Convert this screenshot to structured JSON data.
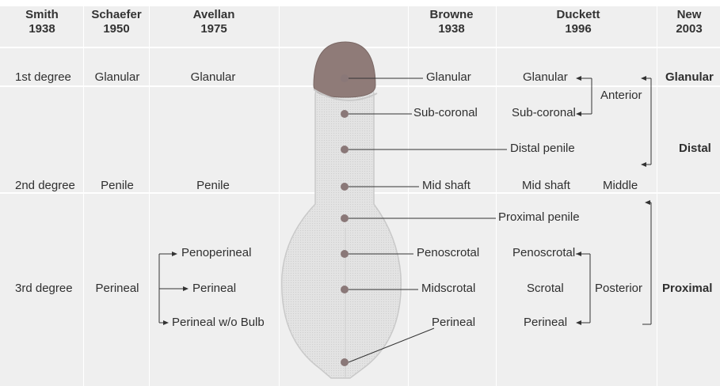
{
  "headers": {
    "smith": [
      "Smith",
      "1938"
    ],
    "schaefer": [
      "Schaefer",
      "1950"
    ],
    "avellan": [
      "Avellan",
      "1975"
    ],
    "browne": [
      "Browne",
      "1938"
    ],
    "duckett": [
      "Duckett",
      "1996"
    ],
    "new": [
      "New",
      "2003"
    ]
  },
  "smith": {
    "first": "1st degree",
    "second": "2nd degree",
    "third": "3rd degree"
  },
  "schaefer": {
    "first": "Glanular",
    "second": "Penile",
    "third": "Perineal"
  },
  "avellan": {
    "first": "Glanular",
    "second": "Penile",
    "penoperineal": "Penoperineal",
    "perineal": "Perineal",
    "perineal_wo_bulb": "Perineal w/o Bulb"
  },
  "browne": {
    "glanular": "Glanular",
    "subcoronal": "Sub-coronal",
    "midshaft": "Mid shaft",
    "penoscrotal": "Penoscrotal",
    "midscrotal": "Midscrotal",
    "perineal": "Perineal"
  },
  "duckett": {
    "glanular": "Glanular",
    "subcoronal": "Sub-coronal",
    "distal_penile": "Distal penile",
    "midshaft": "Mid shaft",
    "proximal_penile": "Proximal penile",
    "penoscrotal": "Penoscrotal",
    "scrotal": "Scrotal",
    "perineal": "Perineal"
  },
  "duckett_groups": {
    "anterior": "Anterior",
    "middle": "Middle",
    "posterior": "Posterior"
  },
  "new_2003": {
    "glanular": "Glanular",
    "distal": "Distal",
    "proximal": "Proximal"
  },
  "colors": {
    "background": "#efefef",
    "glans": "#8f7b78",
    "dot": "#8a7878",
    "line": "#333333",
    "body": "#dcdcdc"
  }
}
